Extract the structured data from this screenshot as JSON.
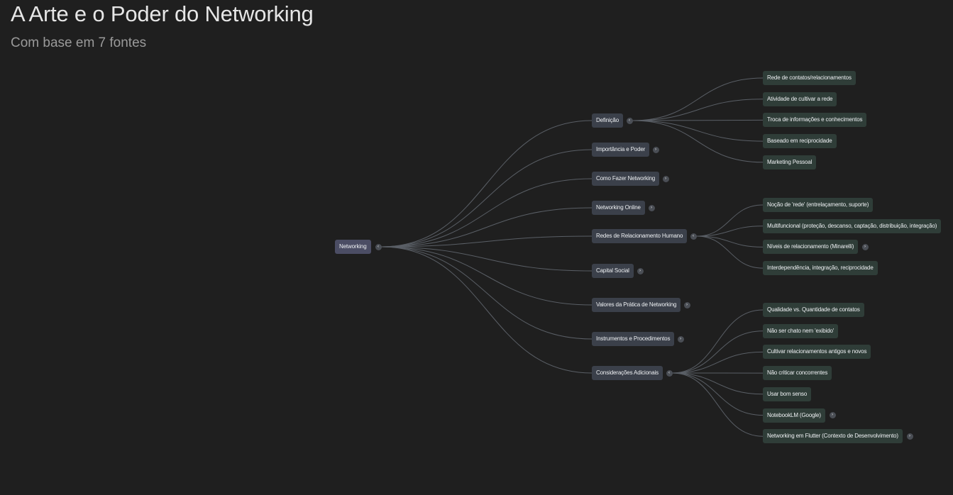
{
  "header": {
    "title": "A Arte e o Poder do Networking",
    "subtitle": "Com base em 7 fontes"
  },
  "colors": {
    "background": "#1f1f1f",
    "root_node": "#4b4d64",
    "branch_node": "#3b404a",
    "leaf_node": "#2f3d38",
    "connector": "#5a5f66"
  },
  "mindmap": {
    "root": {
      "label": "Networking",
      "expanded": true,
      "children": [
        {
          "label": "Definição",
          "expanded": true,
          "children": [
            {
              "label": "Rede de contatos/relacionamentos",
              "has_children": false
            },
            {
              "label": "Atividade de cultivar a rede",
              "has_children": false
            },
            {
              "label": "Troca de informações e conhecimentos",
              "has_children": false
            },
            {
              "label": "Baseado em reciprocidade",
              "has_children": false
            },
            {
              "label": "Marketing Pessoal",
              "has_children": false
            }
          ]
        },
        {
          "label": "Importância e Poder",
          "expanded": false,
          "children": []
        },
        {
          "label": "Como Fazer Networking",
          "expanded": false,
          "children": []
        },
        {
          "label": "Networking Online",
          "expanded": false,
          "children": []
        },
        {
          "label": "Redes de Relacionamento Humano",
          "expanded": true,
          "children": [
            {
              "label": "Noção de 'rede' (entrelaçamento, suporte)",
              "has_children": false
            },
            {
              "label": "Multifuncional (proteção, descanso, captação, distribuição, integração)",
              "has_children": false
            },
            {
              "label": "Níveis de relacionamento (Minarelli)",
              "has_children": true
            },
            {
              "label": "Interdependência, integração, reciprocidade",
              "has_children": false
            }
          ]
        },
        {
          "label": "Capital Social",
          "expanded": false,
          "children": []
        },
        {
          "label": "Valores da Prática de Networking",
          "expanded": false,
          "children": []
        },
        {
          "label": "Instrumentos e Procedimentos",
          "expanded": false,
          "children": []
        },
        {
          "label": "Considerações Adicionais",
          "expanded": true,
          "children": [
            {
              "label": "Qualidade vs. Quantidade de contatos",
              "has_children": false
            },
            {
              "label": "Não ser chato nem 'exibido'",
              "has_children": false
            },
            {
              "label": "Cultivar relacionamentos antigos e novos",
              "has_children": false
            },
            {
              "label": "Não criticar concorrentes",
              "has_children": false
            },
            {
              "label": "Usar bom senso",
              "has_children": false
            },
            {
              "label": "NotebookLM (Google)",
              "has_children": true
            },
            {
              "label": "Networking em Flutter (Contexto de Desenvolvimento)",
              "has_children": true
            }
          ]
        }
      ]
    }
  }
}
